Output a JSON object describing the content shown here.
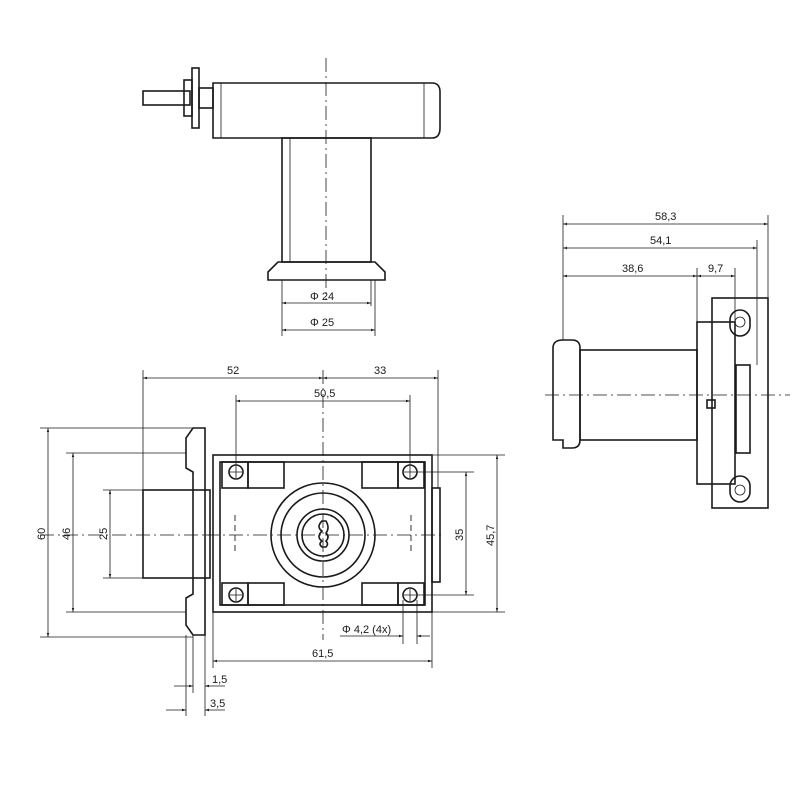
{
  "drawing": {
    "colors": {
      "line": "#1a1a1a",
      "background": "#ffffff"
    },
    "dimensions": {
      "top_view": {
        "dia_inner": "Φ 24",
        "dia_outer": "Φ 25"
      },
      "side_view": {
        "overall": "58,3",
        "body": "54,1",
        "cylinder": "38,6",
        "plate": "9,7"
      },
      "front_view": {
        "left": "52",
        "right": "33",
        "hole_spacing_h": "50,5",
        "plate_height": "60",
        "plate_inner": "46",
        "cylinder_height": "25",
        "hole_spacing_v": "35",
        "case_height": "45,7",
        "hole_dia": "Φ 4,2  (4x)",
        "case_width": "61,5",
        "plate_thickness": "1,5",
        "flange_thickness": "3,5"
      }
    }
  }
}
